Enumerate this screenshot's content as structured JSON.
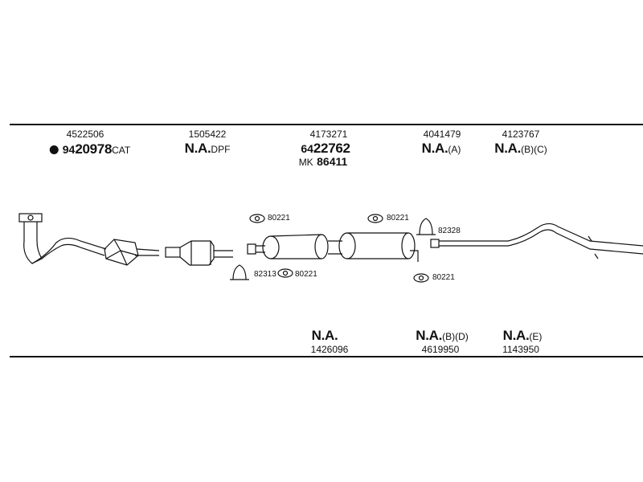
{
  "top_row": {
    "cat": {
      "ref": "4522506",
      "prefix": "94",
      "main": "20978",
      "suffix": "CAT"
    },
    "dpf": {
      "ref": "1505422",
      "main": "N.A.",
      "suffix": "DPF"
    },
    "center_muffler": {
      "ref": "4173271",
      "prefix": "64",
      "main": "22762",
      "kit": "MK",
      "kit_no": "86411"
    },
    "part_a": {
      "ref": "4041479",
      "main": "N.A.",
      "suffix": "(A)"
    },
    "part_bc": {
      "ref": "4123767",
      "main": "N.A.",
      "suffix": "(B)(C)"
    }
  },
  "clamps": {
    "c1": "80221",
    "c2": "82313",
    "c3": "80221",
    "c4": "80221",
    "c5": "82328",
    "c6": "80221"
  },
  "bottom_row": {
    "b1": {
      "main": "N.A.",
      "ref": "1426096"
    },
    "b2": {
      "main": "N.A.",
      "suffix": "(B)(D)",
      "ref": "4619950"
    },
    "b3": {
      "main": "N.A.",
      "suffix": "(E)",
      "ref": "1143950"
    }
  }
}
